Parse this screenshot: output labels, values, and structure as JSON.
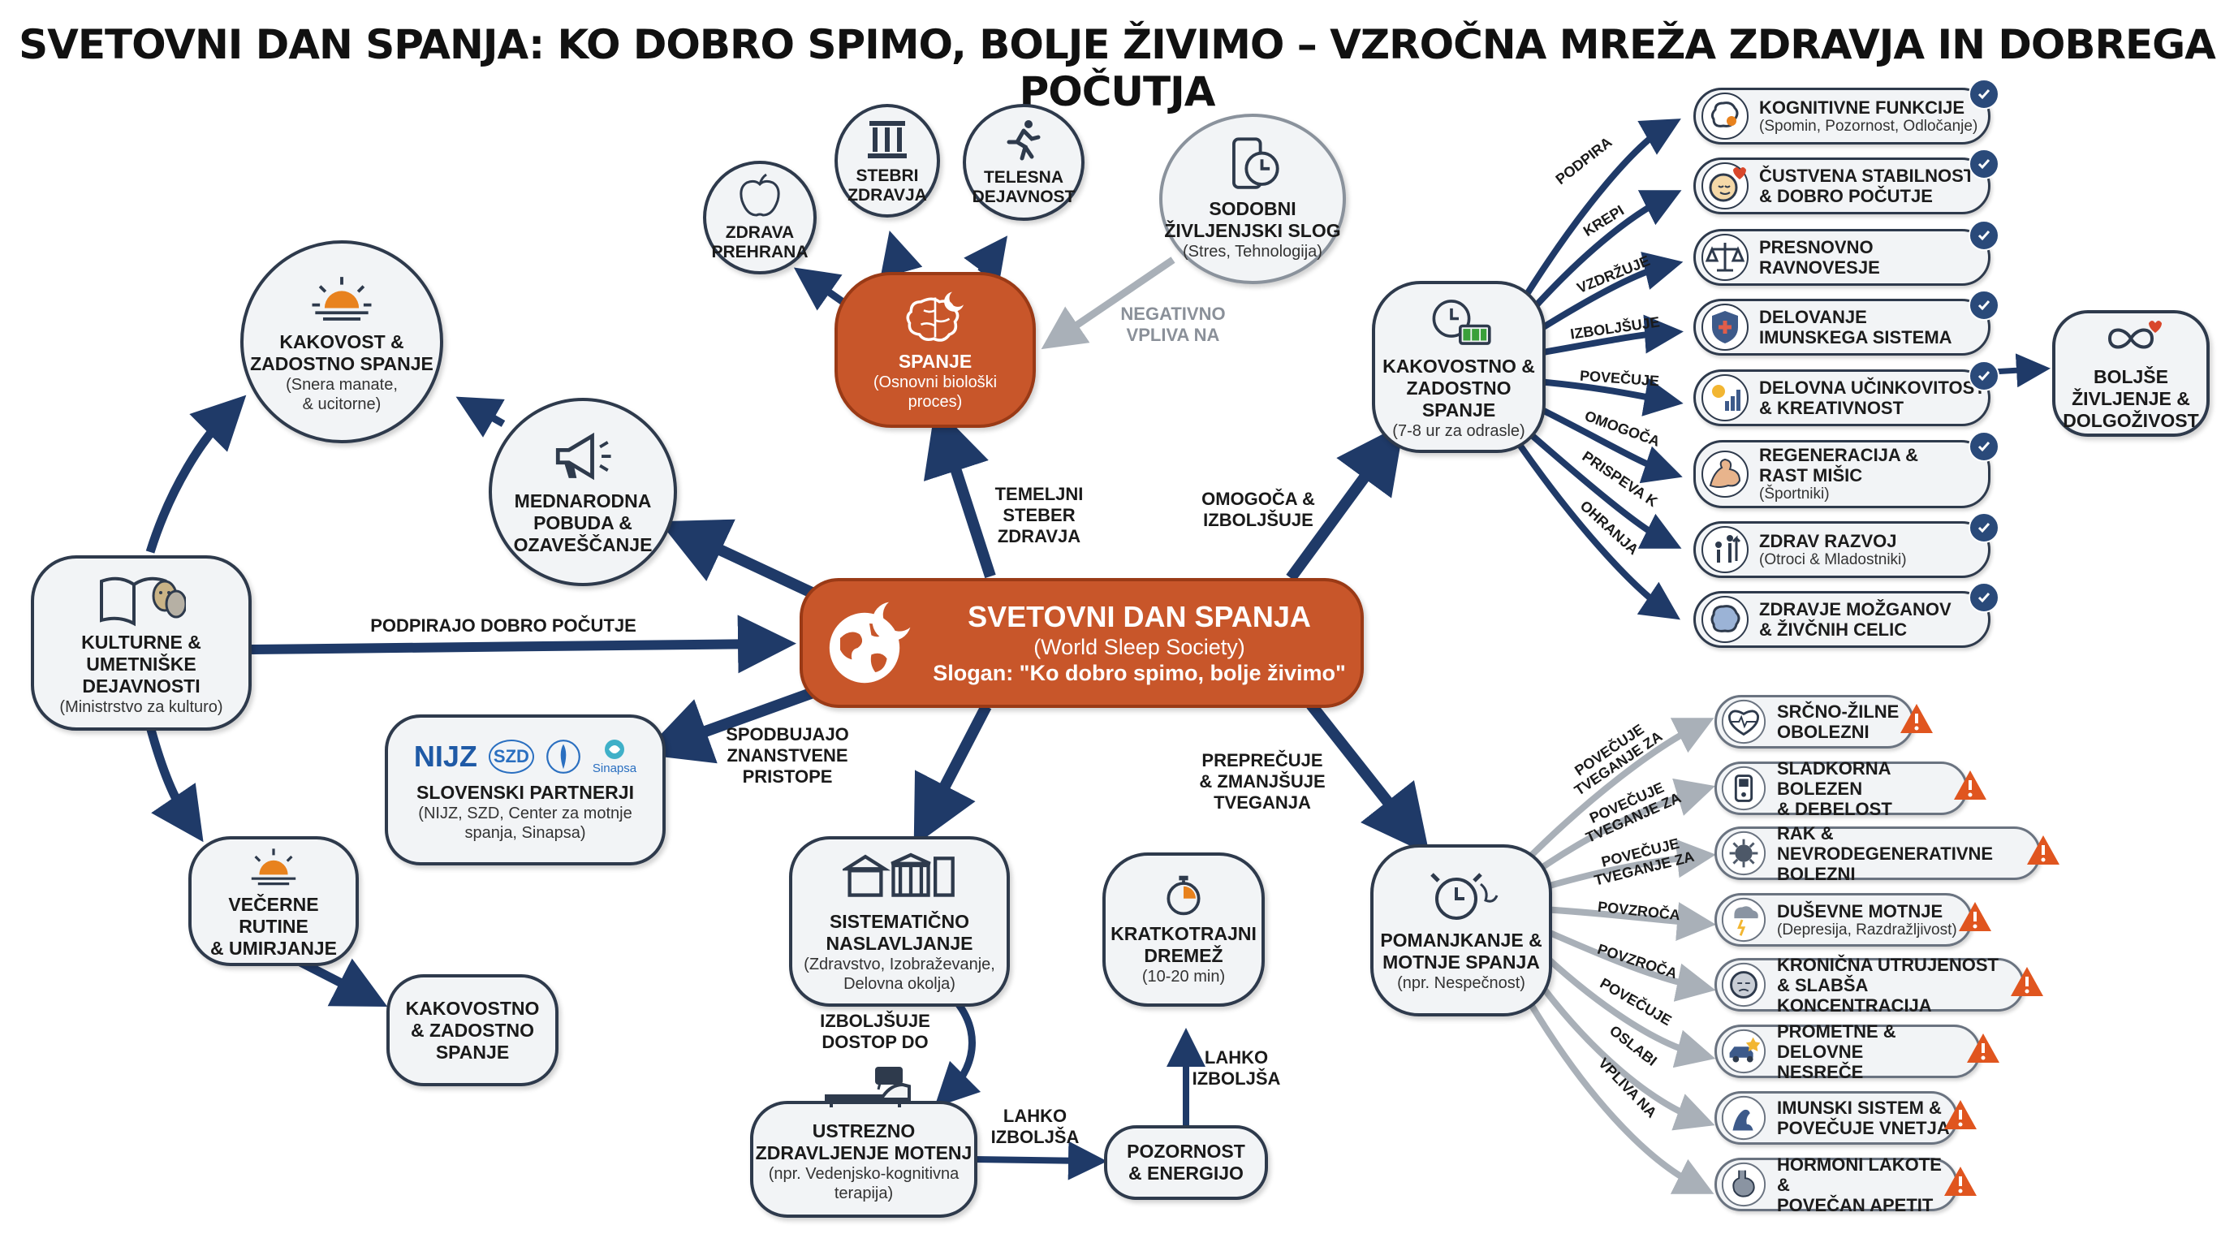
{
  "title": "SVETOVNI DAN SPANJA: KO DOBRO SPIMO, BOLJE ŽIVIMO – VZROČNA MREŽA ZDRAVJA IN DOBREGA POČUTJA",
  "colors": {
    "navy": "#1f3a68",
    "orange": "#c8562a",
    "grey_arrow": "#a9b0b8",
    "warning": "#e0551f",
    "check": "#2a4a7a",
    "node_fill": "#f2f4f6"
  },
  "center": {
    "title": "SVETOVNI DAN SPANJA",
    "line1": "(World Sleep Society)",
    "line2": "Slogan: \"Ko dobro spimo, bolje živimo\"",
    "icon": "globe-moon-icon"
  },
  "nodes": {
    "spanje": {
      "title": "SPANJE",
      "sub": "(Osnovni biološki\nproces)",
      "icon": "brain-moon-icon"
    },
    "prehrana": {
      "title": "ZDRAVA\nPREHRANA",
      "icon": "apple-icon"
    },
    "stebri": {
      "title": "STEBRI\nZDRAVJA",
      "icon": "pillars-icon"
    },
    "telesna": {
      "title": "TELESNA\nDEJAVNOST",
      "icon": "runner-icon"
    },
    "sodobni": {
      "title": "SODOBNI\nŽIVLJENJSKI SLOG",
      "sub": "(Stres, Tehnologija)",
      "icon": "phone-clock-icon"
    },
    "kakovost_left": {
      "title": "KAKOVOST &\nZADOSTNO SPANJE",
      "sub": "(Snera manate,\n& ucitorne)",
      "icon": "sunset-icon"
    },
    "pobuda": {
      "title": "MEDNARODNA\nPOBUDA &\nOZAVEŠČANJE",
      "icon": "megaphone-icon"
    },
    "kulturne": {
      "title": "KULTURNE &\nUMETNIŠKE\nDEJAVNOSTI",
      "sub": "(Ministrstvo za kulturo)",
      "icon": "book-masks-icon"
    },
    "partnerji": {
      "title": "SLOVENSKI PARTNERJI",
      "sub": "(NIJZ, SZD, Center za motnje\nspanja, Sinapsa)",
      "logos": [
        "NIJZ",
        "SZD",
        "Sinapsa"
      ]
    },
    "vecerne": {
      "title": "VEČERNE RUTINE\n& UMIRJANJE",
      "icon": "sunset-icon"
    },
    "kakovost_bottom": {
      "title": "KAKOVOSTNO\n& ZADOSTNO\nSPANJE"
    },
    "sistematicno": {
      "title": "SISTEMATIČNO\nNASLAVLJANJE",
      "sub": "(Zdravstvo, Izobraževanje,\nDelovna okolja)",
      "icon": "buildings-icon"
    },
    "ustrezno": {
      "title": "USTREZNO\nZDRAVLJENJE MOTENJ",
      "sub": "(npr. Vedenjsko-kognitivna\nterapija)",
      "icon": "couch-icon"
    },
    "pozornost": {
      "title": "POZORNOST\n& ENERGIJO"
    },
    "dremez": {
      "title": "KRATKOTRAJNI\nDREMEŽ",
      "sub": "(10-20 min)",
      "icon": "stopwatch-icon"
    },
    "kakovostno_right": {
      "title": "KAKOVOSTNO &\nZADOSTNO SPANJE",
      "sub": "(7-8 ur za odrasle)",
      "icon": "clock-battery-icon"
    },
    "pomanjkanje": {
      "title": "POMANJKANJE &\nMOTNJE SPANJA",
      "sub": "(npr. Nespečnost)",
      "icon": "broken-clock-icon"
    },
    "boljse": {
      "title": "BOLJŠE\nŽIVLJENJE &\nDOLGOŽIVOST",
      "icon": "infinity-heart-icon"
    }
  },
  "edge_labels": {
    "temeljni": "TEMELJNI\nSTEBER\nZDRAVJA",
    "negativno": "NEGATIVNO\nVPLIVA NA",
    "podpirajo": "PODPIRAJO DOBRO POČUTJE",
    "spodbujajo": "SPODBUJAJO\nZNANSTVENE\nPRISTOPE",
    "omogoca": "OMOGOČA &\nIZBOLJŠUJE",
    "preprecuje": "PREPREČUJE\n& ZMANJŠUJE\nTVEGANJA",
    "izboljsuje_dostop": "IZBOLJŠUJE\nDOSTOP DO",
    "lahko1": "LAHKO\nIZBOLJŠA",
    "lahko2": "LAHKO\nIZBOLJŠA"
  },
  "benefits": [
    {
      "verb": "PODPIRA",
      "title": "KOGNITIVNE FUNKCIJE",
      "sub": "(Spomin, Pozornost, Odločanje)",
      "icon": "brain-gear-icon"
    },
    {
      "verb": "KREPI",
      "title": "ČUSTVENA STABILNOST\n& DOBRO POČUTJE",
      "sub": "",
      "icon": "calm-face-icon"
    },
    {
      "verb": "VZDRŽUJE",
      "title": "PRESNOVNO\nRAVNOVESJE",
      "sub": "",
      "icon": "scale-icon"
    },
    {
      "verb": "IZBOLJŠUJE",
      "title": "DELOVANJE\nIMUNSKEGA SISTEMA",
      "sub": "",
      "icon": "shield-icon"
    },
    {
      "verb": "POVEČUJE",
      "title": "DELOVNA UČINKOVITOST\n& KREATIVNOST",
      "sub": "",
      "icon": "bulb-chart-icon"
    },
    {
      "verb": "OMOGOČA",
      "title": "REGENERACIJA &\nRAST MIŠIC",
      "sub": "(Športniki)",
      "icon": "muscle-icon"
    },
    {
      "verb": "PRISPEVA K",
      "title": "ZDRAV RAZVOJ",
      "sub": "(Otroci & Mladostniki)",
      "icon": "growth-icon"
    },
    {
      "verb": "OHRANJA",
      "title": "ZDRAVJE MOŽGANOV\n& ŽIVČNIH CELIC",
      "sub": "",
      "icon": "brain-icon"
    }
  ],
  "risks": [
    {
      "verb": "POVEČUJE\nTVEGANJE ZA",
      "title": "SRČNO-ŽILNE\nOBOLEZNI",
      "sub": "",
      "icon": "heart-pulse-icon"
    },
    {
      "verb": "POVEČUJE\nTVEGANJE ZA",
      "title": "SLADKORNA BOLEZEN\n& DEBELOST",
      "sub": "",
      "icon": "glucometer-icon"
    },
    {
      "verb": "POVEČUJE\nTVEGANJE ZA",
      "title": "RAK & NEVRODEGENERATIVNE\nBOLEZNI",
      "sub": "",
      "icon": "virus-icon"
    },
    {
      "verb": "POVZROČA",
      "title": "DUŠEVNE MOTNJE",
      "sub": "(Depresija, Razdražljivost)",
      "icon": "storm-head-icon"
    },
    {
      "verb": "POVZROČA",
      "title": "KRONIČNA UTRUJENOST\n& SLABŠA KONCENTRACIJA",
      "sub": "",
      "icon": "tired-face-icon"
    },
    {
      "verb": "POVEČUJE",
      "title": "PROMETNE & DELOVNE\nNESREČE",
      "sub": "",
      "icon": "car-crash-icon"
    },
    {
      "verb": "OSLABI",
      "title": "IMUNSKI SISTEM &\nPOVEČUJE VNETJA",
      "sub": "",
      "icon": "arm-inflammation-icon"
    },
    {
      "verb": "VPLIVA NA",
      "title": "HORMONI LAKOTE &\nPOVEČAN APETIT",
      "sub": "",
      "icon": "stomach-icon"
    }
  ]
}
